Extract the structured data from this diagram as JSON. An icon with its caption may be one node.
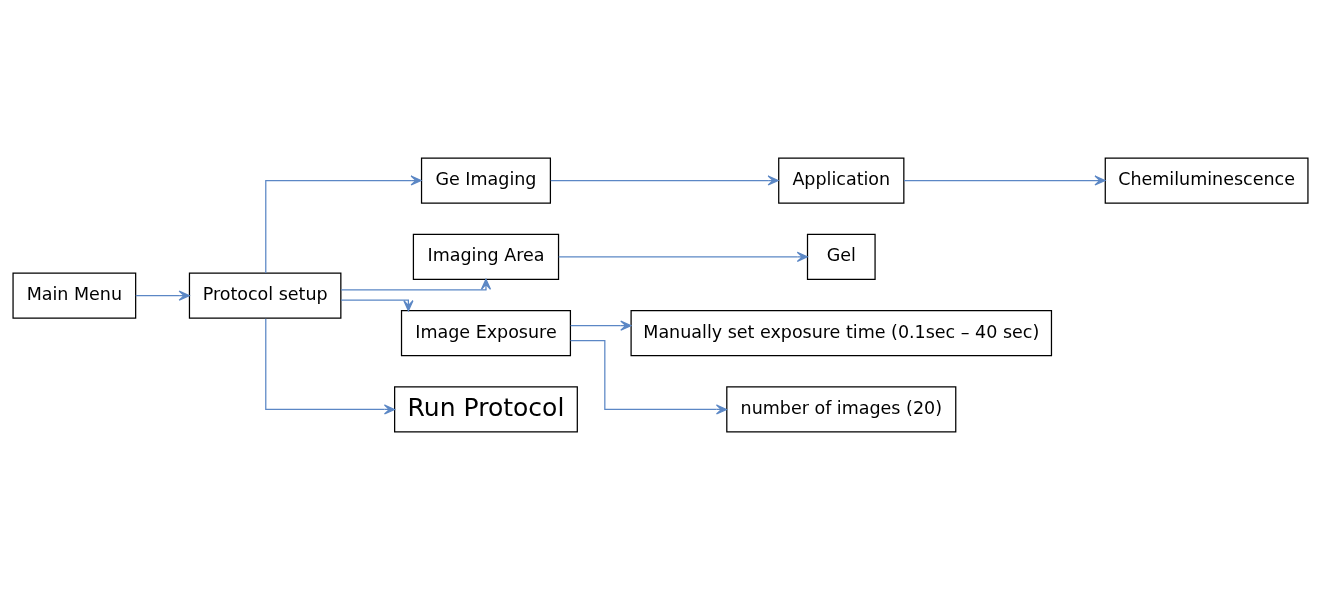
{
  "diagram": {
    "nodes": [
      {
        "text": [
          "Main Menu"
        ]
      },
      {
        "text": [
          "Protocol setup"
        ]
      },
      {
        "text": [
          "Ge Imaging"
        ]
      },
      {
        "text": [
          "Imaging Area"
        ]
      },
      {
        "text": [
          "Image Exposure"
        ]
      },
      {
        "text": [
          "Run Protocol"
        ]
      },
      {
        "text": [
          "Application"
        ]
      },
      {
        "text": [
          "Chemiluminescence"
        ]
      },
      {
        "text": [
          "Gel"
        ]
      },
      {
        "text": [
          "Manually set exposure time (0.1sec – 40 sec)"
        ]
      },
      {
        "text": [
          "number of images (20)"
        ]
      }
    ],
    "edges": [
      {
        "from": 0,
        "to": 1,
        "arrow": "to"
      },
      {
        "from": 1,
        "to": 2,
        "arrow": "to"
      },
      {
        "from": 1,
        "to": 3,
        "arrow": "to"
      },
      {
        "from": 1,
        "to": 4,
        "arrow": "to"
      },
      {
        "from": 1,
        "to": 5,
        "arrow": "to"
      },
      {
        "from": 2,
        "to": 6,
        "arrow": "to"
      },
      {
        "from": 6,
        "to": 7,
        "arrow": "to"
      },
      {
        "from": 3,
        "to": 8,
        "arrow": "to"
      },
      {
        "from": 4,
        "to": 9,
        "arrow": "to"
      },
      {
        "from": 4,
        "to": 10,
        "arrow": "to"
      }
    ]
  }
}
